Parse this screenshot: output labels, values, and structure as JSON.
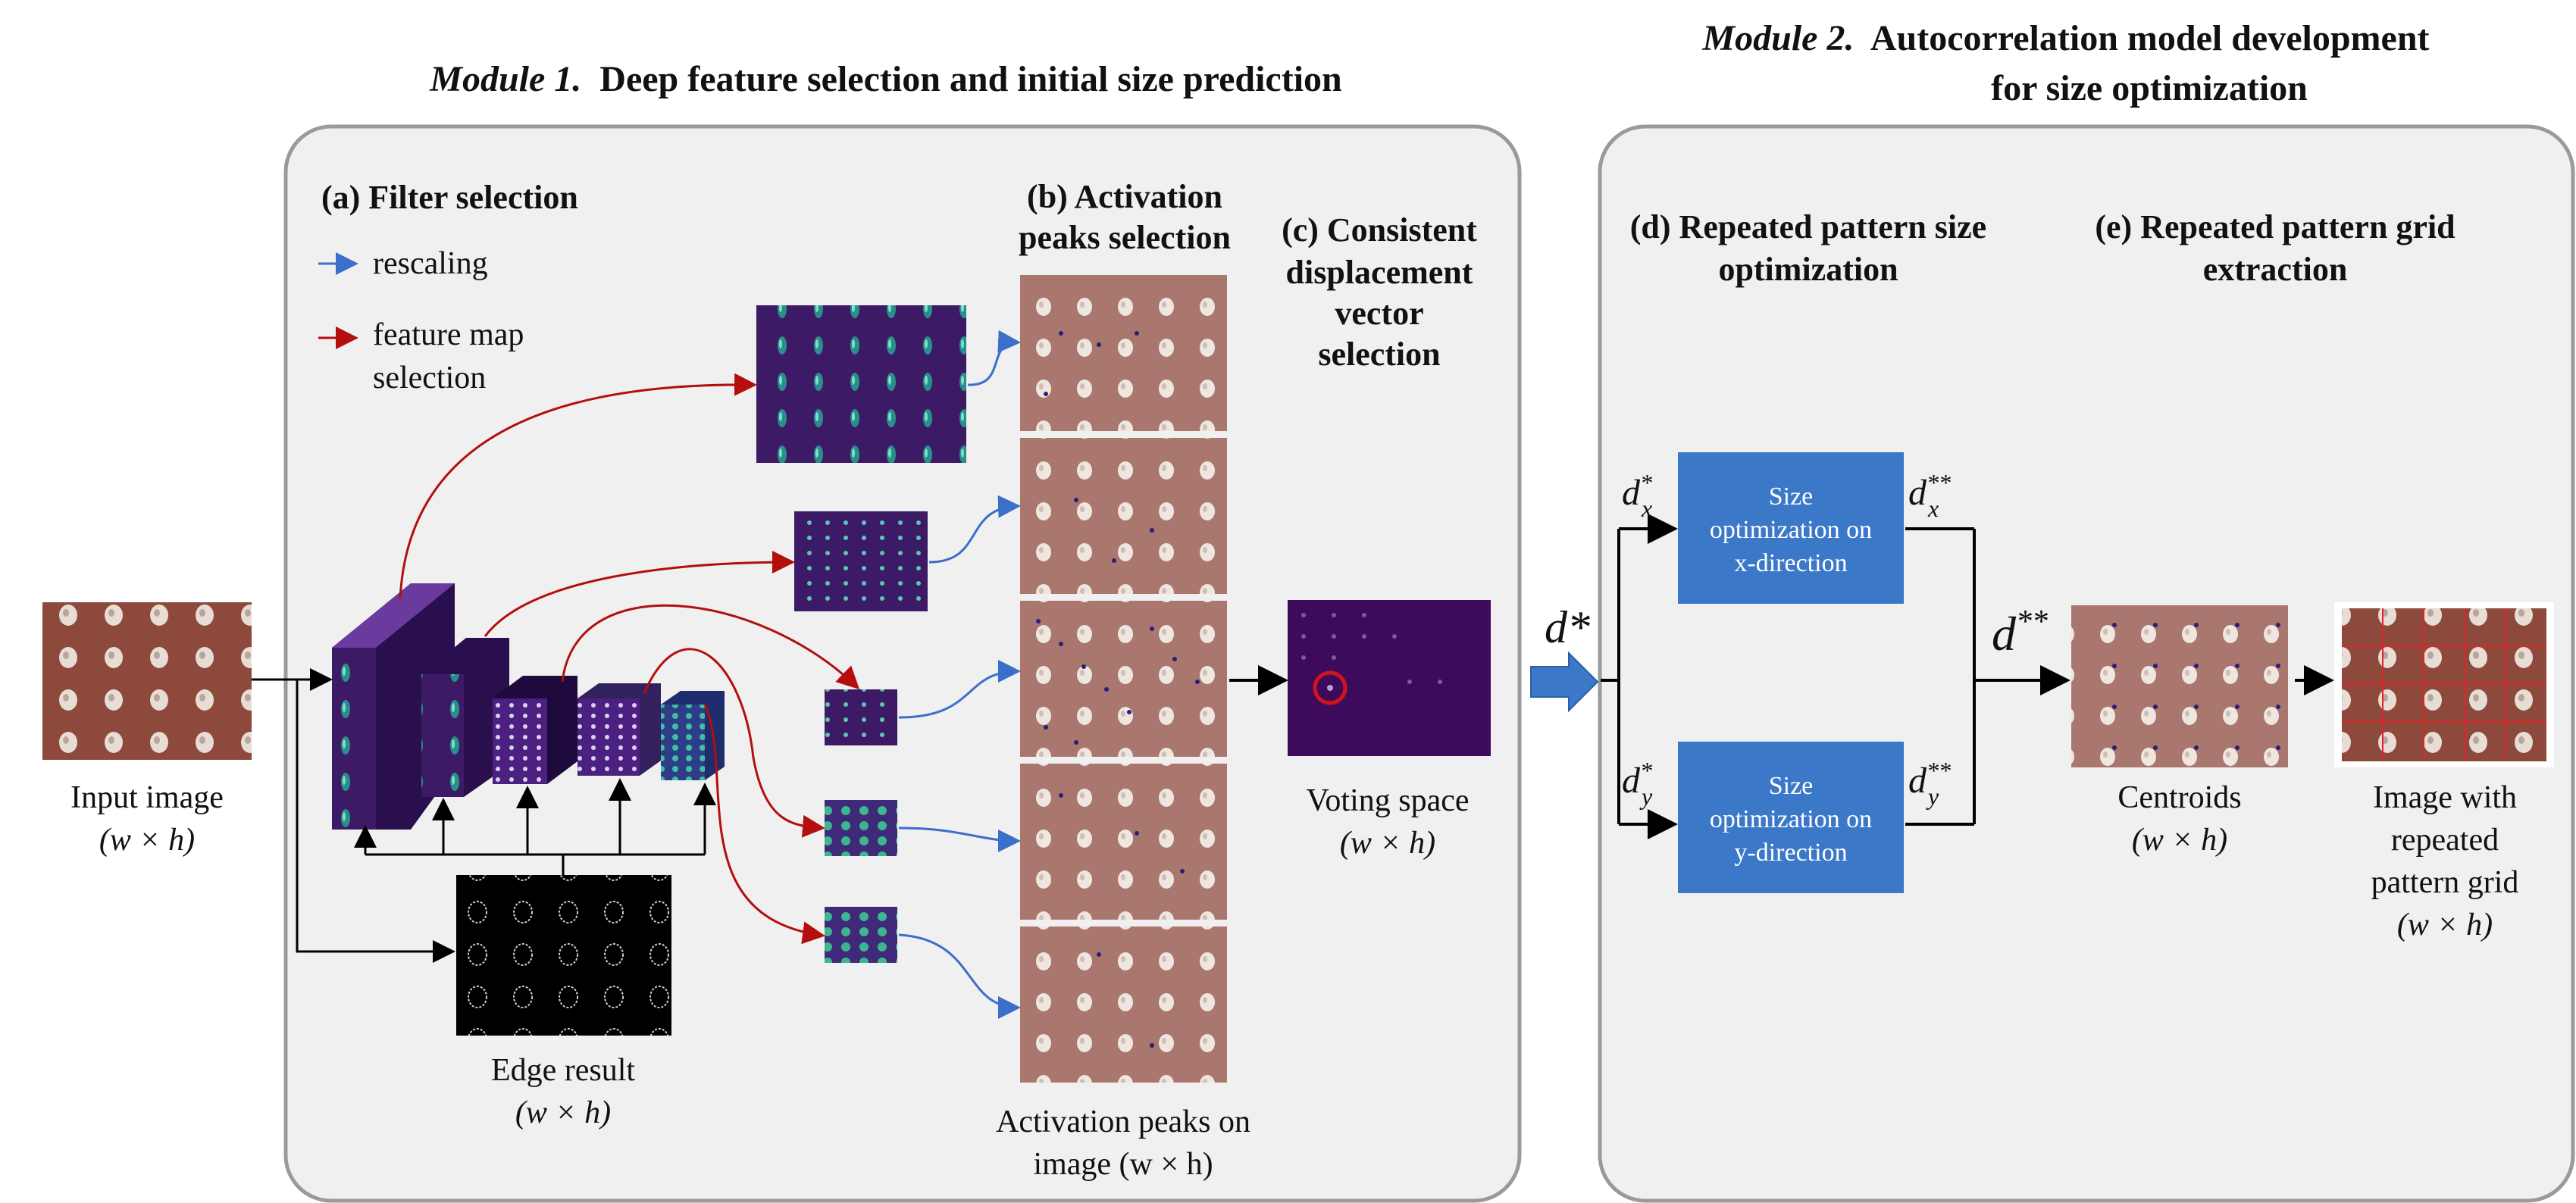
{
  "module1": {
    "title_italic": "Module 1.",
    "title_rest": "Deep feature selection and initial size prediction",
    "filter_selection": {
      "heading": "(a) Filter selection",
      "legend": [
        {
          "label": "rescaling",
          "color": "#3b6fc9"
        },
        {
          "label_line1": "feature map",
          "label_line2": "selection",
          "color": "#b40e0e"
        }
      ]
    },
    "activation": {
      "line1": "(b) Activation",
      "line2": "peaks selection"
    },
    "consistent": {
      "line1": "(c) Consistent",
      "line2": "displacement",
      "line3": "vector",
      "line4": "selection"
    },
    "input_image": {
      "label": "Input image",
      "dims": "(w × h)"
    },
    "edge_result": {
      "label": "Edge result",
      "dims": "(w × h)"
    },
    "activation_peaks": {
      "label": "Activation peaks on",
      "dims": "image (w × h)"
    },
    "voting_space": {
      "label": "Voting space",
      "dims": "(w × h)"
    }
  },
  "module2": {
    "title_italic": "Module 2.",
    "title_rest_line1": "Autocorrelation model development",
    "title_rest_line2": "for size optimization",
    "d_heading": {
      "line1": "(d) Repeated pattern size",
      "line2": "optimization"
    },
    "e_heading": {
      "line1": "(e) Repeated pattern grid",
      "line2": "extraction"
    },
    "box_x": {
      "line1": "Size",
      "line2": "optimization on",
      "line3": "x-direction"
    },
    "box_y": {
      "line1": "Size",
      "line2": "optimization on",
      "line3": "y-direction"
    },
    "centroids": {
      "label": "Centroids",
      "dims": "(w × h)"
    },
    "grid_image": {
      "line1": "Image with",
      "line2": "repeated",
      "line3": "pattern grid",
      "dims": "(w × h)"
    }
  },
  "math": {
    "d_star": "d*",
    "d_star_star": "d**",
    "dx_star": "d*x",
    "dy_star": "d*y",
    "dx_star_star": "d**x",
    "dy_star_star": "d**y"
  },
  "colors": {
    "panel_fill": "#f0f0f0",
    "panel_stroke": "#9a9a9a",
    "pattern_bg": "#a9776e",
    "input_bg": "#8d4a3c",
    "feature_purple": "#3d1a66",
    "blue_box": "#3b78c8",
    "blue_arrow": "#3b6fc9",
    "red_arrow": "#b40e0e",
    "voting_bg": "#3e0b5c"
  }
}
